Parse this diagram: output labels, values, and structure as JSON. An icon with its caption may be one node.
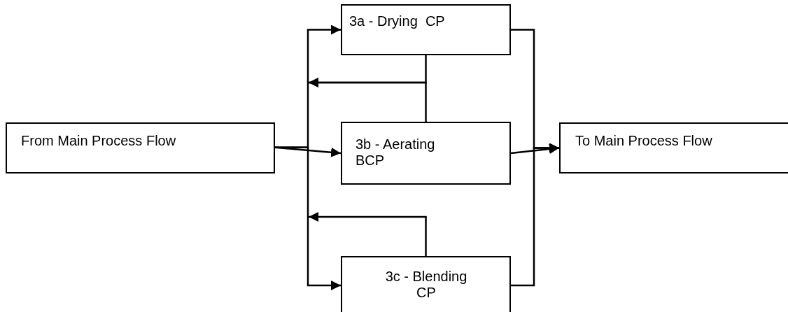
{
  "diagram": {
    "nodes": [
      {
        "text": [
          "From Main Process Flow"
        ]
      },
      {
        "text": [
          "3a - Drying  CP"
        ]
      },
      {
        "text": [
          "3b - Aerating BCP"
        ]
      },
      {
        "text": [
          "3c - Blending CP"
        ]
      },
      {
        "text": [
          "To Main Process Flow"
        ]
      }
    ],
    "edges": [
      {
        "from": 0,
        "to": 1,
        "arrow": "to"
      },
      {
        "from": 0,
        "to": 2,
        "arrow": "to"
      },
      {
        "from": 0,
        "to": 3,
        "arrow": "to"
      },
      {
        "from": 1,
        "to": null,
        "arrow": "to"
      },
      {
        "from": 2,
        "to": null,
        "arrow": "to"
      },
      {
        "from": 3,
        "to": null,
        "arrow": "to"
      },
      {
        "from": 1,
        "to": 4,
        "arrow": "to"
      },
      {
        "from": 2,
        "to": 4,
        "arrow": "to"
      },
      {
        "from": 3,
        "to": 4,
        "arrow": "to"
      }
    ]
  }
}
